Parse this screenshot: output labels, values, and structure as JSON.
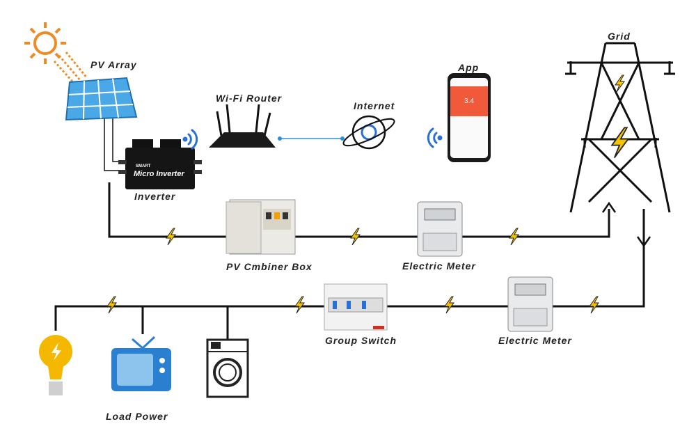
{
  "labels": {
    "pv_array": "PV Array",
    "wifi_router": "Wi-Fi Router",
    "internet": "Internet",
    "app": "App",
    "grid": "Grid",
    "inverter": "Inverter",
    "inverter_brand": "SMART",
    "inverter_model": "Micro Inverter",
    "combiner_box": "PV Cmbiner Box",
    "meter_top": "Electric Meter",
    "group_switch": "Group Switch",
    "meter_bottom": "Electric Meter",
    "load_power": "Load Power"
  },
  "app_screen": {
    "value": "3.4"
  },
  "colors": {
    "sun": "#f08a24",
    "panel": "#3fa0e0",
    "wire": "#111111",
    "lightning": "#f5c400",
    "wifi": "#2a6fd6",
    "app_header": "#f05a3a",
    "tv": "#2a7fd0",
    "bulb": "#f5b800"
  }
}
